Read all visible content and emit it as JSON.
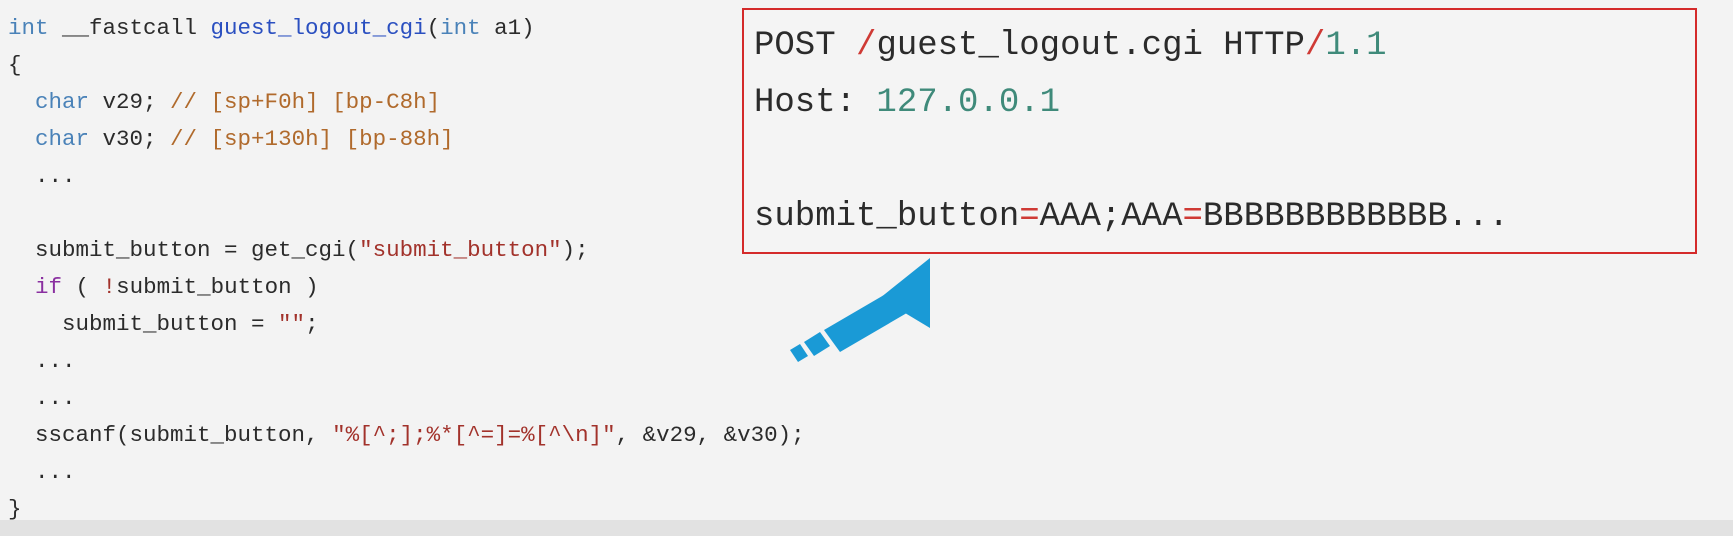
{
  "code": {
    "l0": {
      "t1": "int",
      "t2": " __fastcall ",
      "t3": "guest_logout_cgi",
      "t4": "(",
      "t5": "int",
      "t6": " a1)"
    },
    "l1": {
      "t1": "{"
    },
    "l2": {
      "t1": "  ",
      "t2": "char",
      "t3": " v29; ",
      "t4": "// [sp+F0h] [bp-C8h]"
    },
    "l3": {
      "t1": "  ",
      "t2": "char",
      "t3": " v30; ",
      "t4": "// [sp+130h] [bp-88h]"
    },
    "l4": {
      "t1": "  ..."
    },
    "l5": {
      "t1": ""
    },
    "l6": {
      "t1": "  submit_button = get_cgi(",
      "t2": "\"submit_button\"",
      "t3": ");"
    },
    "l7": {
      "t1": "  ",
      "t2": "if",
      "t3": " ( ",
      "t4": "!",
      "t5": "submit_button )"
    },
    "l8": {
      "t1": "    submit_button = ",
      "t2": "\"\"",
      "t3": ";"
    },
    "l9": {
      "t1": "  ..."
    },
    "l10": {
      "t1": "  ..."
    },
    "l11": {
      "t1": "  sscanf(submit_button, ",
      "t2": "\"%[^;];%*[^=]=%[^\\n]\"",
      "t3": ", &v29, &v30);"
    },
    "l12": {
      "t1": "  ..."
    },
    "l13": {
      "t1": "}"
    }
  },
  "request": {
    "l0": {
      "t1": "POST ",
      "t2": "/",
      "t3": "guest_logout.cgi HTTP",
      "t4": "/",
      "t5": "1.1"
    },
    "l1": {
      "t1": "Host: ",
      "t2": "127.0.0.1"
    },
    "l2": {
      "t1": ""
    },
    "l3": {
      "t1": "submit_button",
      "t2": "=",
      "t3": "AAA;AAA",
      "t4": "=",
      "t5": "BBBBBBBBBBBB..."
    }
  },
  "colors": {
    "box_border": "#d42a2a",
    "arrow": "#1a9ad6",
    "keyword": "#7a3e9d",
    "function": "#2a4fc0",
    "string": "#a2322b",
    "comment": "#b06a2c"
  },
  "icons": {
    "pointer": "arrow-icon"
  }
}
